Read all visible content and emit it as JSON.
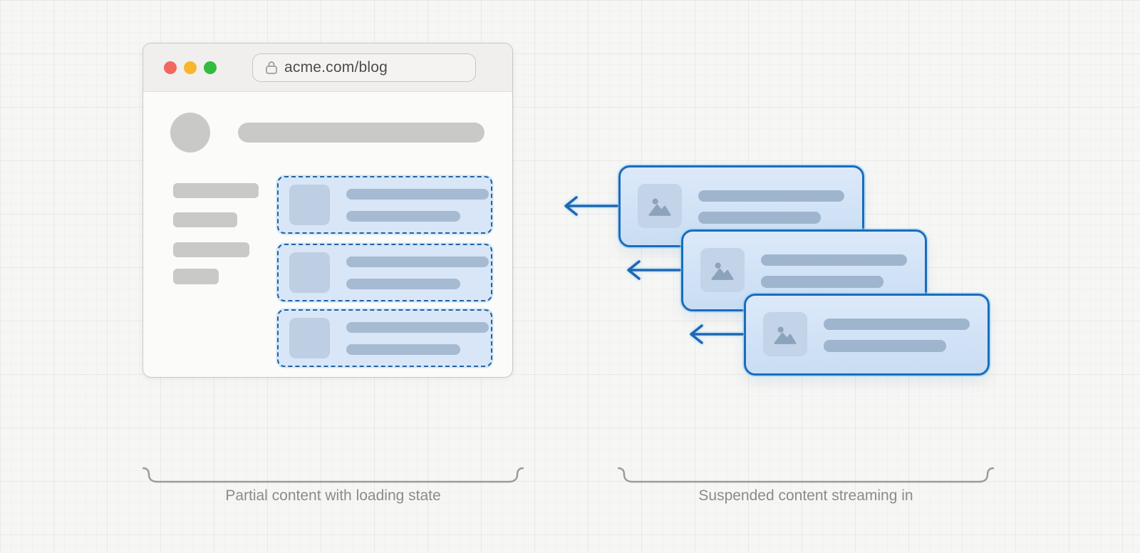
{
  "browser": {
    "url": "acme.com/blog",
    "traffic_lights": [
      {
        "name": "close",
        "color": "#f2685c"
      },
      {
        "name": "minimize",
        "color": "#f8b62d"
      },
      {
        "name": "maximize",
        "color": "#33bb3f"
      }
    ],
    "skeleton": {
      "nav_bar_count": 4,
      "loading_slot_count": 3
    }
  },
  "stream": {
    "card_count": 3
  },
  "captions": {
    "left": "Partial content with loading state",
    "right": "Suspended content streaming in"
  },
  "colors": {
    "accent_blue": "#1a6cbb",
    "arrow_blue": "#1e68b3",
    "dash_blue": "#2162a5",
    "card_fill_top": "#dce9fa",
    "card_fill_bottom": "#c9ddf3",
    "slot_fill": "#d8e6f7",
    "slot_bar": "#a6bad2",
    "slot_thumb": "#becfe3",
    "card_bar": "#9fb5ce",
    "card_thumb": "#c3d4e8",
    "glyph": "#8ca3bc",
    "skeleton_gray": "#c9c9c7",
    "caption_gray": "#8b8b8b",
    "bracket_gray": "#9b9b9b",
    "lock_gray": "#9e9e9e"
  }
}
